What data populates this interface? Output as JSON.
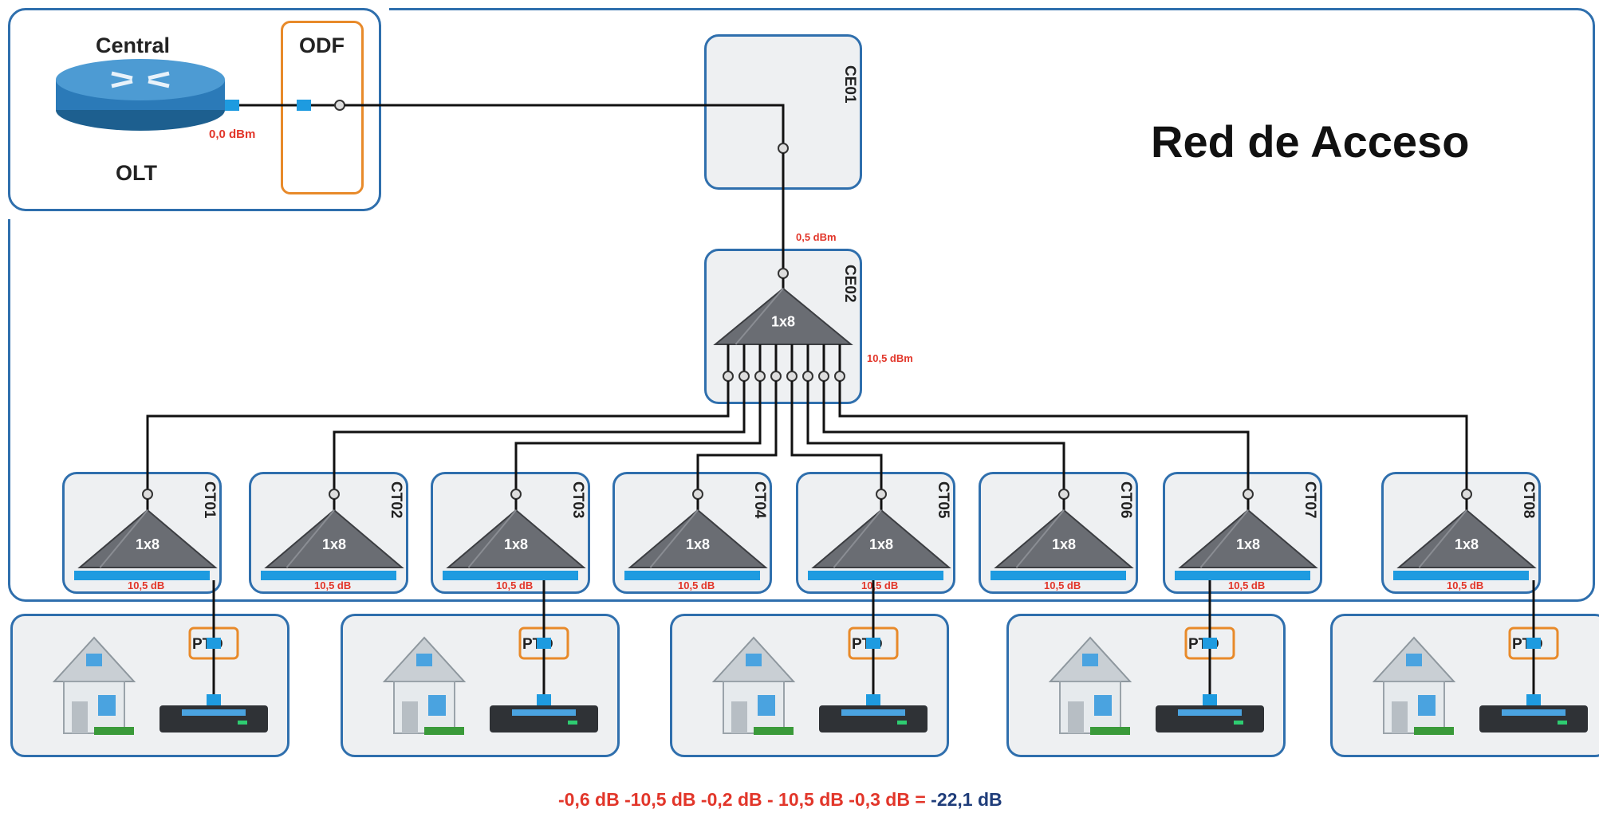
{
  "central": {
    "label_top": "Central",
    "label_bottom": "OLT",
    "power": "0,0 dBm"
  },
  "odf": {
    "label": "ODF"
  },
  "network_title": "Red de Acceso",
  "ce01": {
    "label": "CE01"
  },
  "ce02": {
    "label": "CE02",
    "splitter": "1x8",
    "input_power": "0,5 dBm",
    "output_power": "10,5 dBm"
  },
  "ct": [
    {
      "label": "CT01",
      "splitter": "1x8",
      "loss": "10,5 dB"
    },
    {
      "label": "CT02",
      "splitter": "1x8",
      "loss": "10,5 dB"
    },
    {
      "label": "CT03",
      "splitter": "1x8",
      "loss": "10,5 dB"
    },
    {
      "label": "CT04",
      "splitter": "1x8",
      "loss": "10,5 dB"
    },
    {
      "label": "CT05",
      "splitter": "1x8",
      "loss": "10,5 dB"
    },
    {
      "label": "CT06",
      "splitter": "1x8",
      "loss": "10,5 dB"
    },
    {
      "label": "CT07",
      "splitter": "1x8",
      "loss": "10,5 dB"
    },
    {
      "label": "CT08",
      "splitter": "1x8",
      "loss": "10,5 dB"
    }
  ],
  "homes": [
    {
      "pto": "PTO"
    },
    {
      "pto": "PTO"
    },
    {
      "pto": "PTO"
    },
    {
      "pto": "PTO"
    },
    {
      "pto": "PTO"
    }
  ],
  "formula": {
    "terms": "-0,6 dB -10,5 dB  -0,2 dB - 10,5 dB  -0,3 dB =",
    "total": "-22,1 dB"
  },
  "colors": {
    "frame": "#2f6fad",
    "loss_red": "#e2362a",
    "port_blue": "#1e9be0",
    "pto_orange": "#e88a2a",
    "splitter_gray": "#6a6d73"
  }
}
